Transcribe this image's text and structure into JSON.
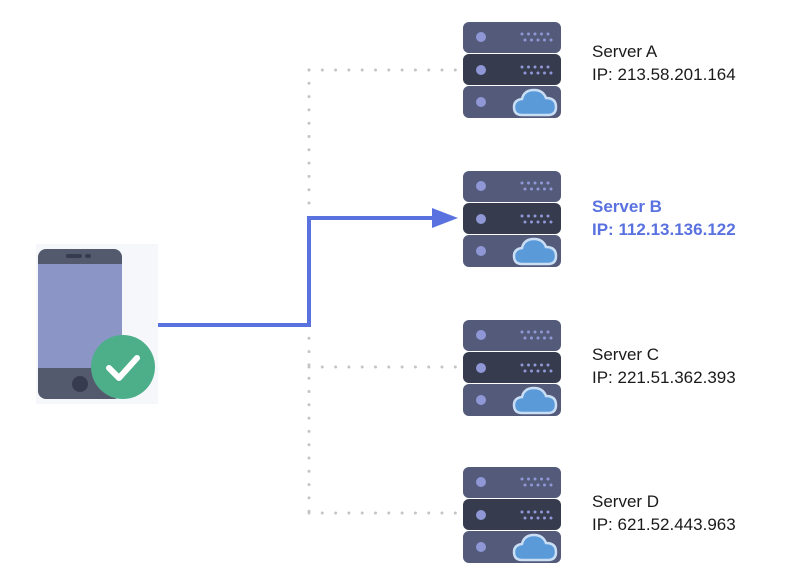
{
  "diagram": {
    "description": "Client device connected to one of four servers",
    "client": {
      "type": "phone",
      "status": "verified",
      "status_icon": "check-circle-icon"
    },
    "active_server_index": 1,
    "servers": [
      {
        "name": "Server A",
        "ip_label": "IP: 213.58.201.164",
        "active": false
      },
      {
        "name": "Server B",
        "ip_label": "IP: 112.13.136.122",
        "active": true
      },
      {
        "name": "Server C",
        "ip_label": "IP: 221.51.362.393",
        "active": false
      },
      {
        "name": "Server D",
        "ip_label": "IP: 621.52.443.963",
        "active": false
      }
    ],
    "colors": {
      "active_connection": "#5a72e0",
      "inactive_connection": "#c4c4c4",
      "server_light": "#545b7a",
      "server_dark": "#363c4e",
      "server_led": "#8f97d6",
      "cloud": "#5a9ad9",
      "phone_screen": "#8b96c6",
      "phone_body": "#545a6e",
      "check_badge": "#4caf8a"
    }
  }
}
